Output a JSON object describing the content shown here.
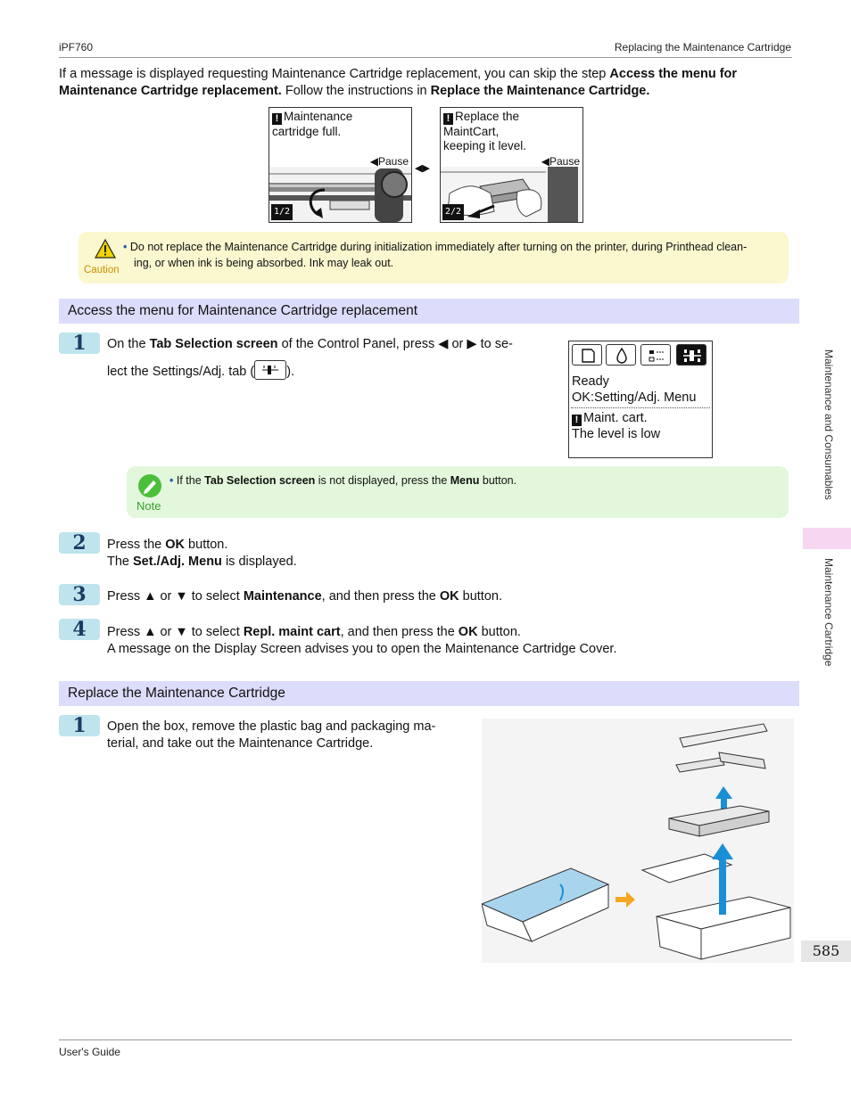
{
  "header": {
    "left": "iPF760",
    "right": "Replacing the Maintenance Cartridge"
  },
  "intro": {
    "t1": "If a message is displayed requesting Maintenance Cartridge replacement, you can skip the step ",
    "b1": "Access the menu for Maintenance Cartridge replacement.",
    "t2": " Follow the instructions in ",
    "b2": "Replace the Maintenance Cartridge."
  },
  "panels": [
    {
      "line1": "Maintenance",
      "line2": "cartridge full.",
      "pause": "◀Pause",
      "page": "1/2"
    },
    {
      "line1": "Replace the",
      "line2": "MaintCart,",
      "line3": "keeping it level.",
      "pause": "◀Pause",
      "page": "2/2"
    }
  ],
  "panel_arrows": "◀▶",
  "caution": {
    "label": "Caution",
    "text": "Do not replace the Maintenance Cartridge during initialization immediately after turning on the printer, during Printhead clean-",
    "text2": "ing, or when ink is being absorbed. Ink may leak out."
  },
  "section1": {
    "title": "Access the menu for Maintenance Cartridge replacement"
  },
  "step1": {
    "num": "1",
    "t1": "On the ",
    "b1": "Tab Selection screen",
    "t2": " of the Control Panel, press ",
    "left_arrow": "◀",
    "t3": " or ",
    "right_arrow": "▶",
    "t4": " to se-",
    "t5": "lect the Settings/Adj. tab (",
    "t6": ")."
  },
  "lcd": {
    "line1": "Ready",
    "line2": "OK:Setting/Adj. Menu",
    "line3": "Maint. cart.",
    "line4": "The level is low"
  },
  "note": {
    "label": "Note",
    "t1": "If the ",
    "b1": "Tab Selection screen",
    "t2": " is not displayed, press the ",
    "b2": "Menu",
    "t3": " button."
  },
  "step2": {
    "num": "2",
    "t1": "Press the ",
    "b1": "OK",
    "t2": " button.",
    "t3": "The ",
    "b2": "Set./Adj. Menu",
    "t4": " is displayed."
  },
  "step3": {
    "num": "3",
    "t1": "Press ▲ or ▼ to select ",
    "b1": "Maintenance",
    "t2": ", and then press the ",
    "b2": "OK",
    "t3": " button."
  },
  "step4": {
    "num": "4",
    "t1": "Press ▲ or ▼ to select ",
    "b1": "Repl. maint cart",
    "t2": ", and then press the ",
    "b2": "OK",
    "t3": " button.",
    "t4": "A message on the Display Screen advises you to open the Maintenance Cartridge Cover."
  },
  "section2": {
    "title": "Replace the Maintenance Cartridge"
  },
  "step5": {
    "num": "1",
    "t1": "Open the box, remove the plastic bag and packaging ma-",
    "t2": "terial, and take out the Maintenance Cartridge."
  },
  "sidebar": {
    "tab1": "Maintenance and Consumables",
    "tab2": "Maintenance Cartridge"
  },
  "page_number": "585",
  "footer": {
    "left": "User's Guide"
  },
  "colors": {
    "section_bg": "#dcdcfb",
    "caution_bg": "#fbf7cf",
    "note_bg": "#e2f7dc",
    "step_bg": "#bfe4ee",
    "sidebar_active": "#f6d6f0"
  }
}
